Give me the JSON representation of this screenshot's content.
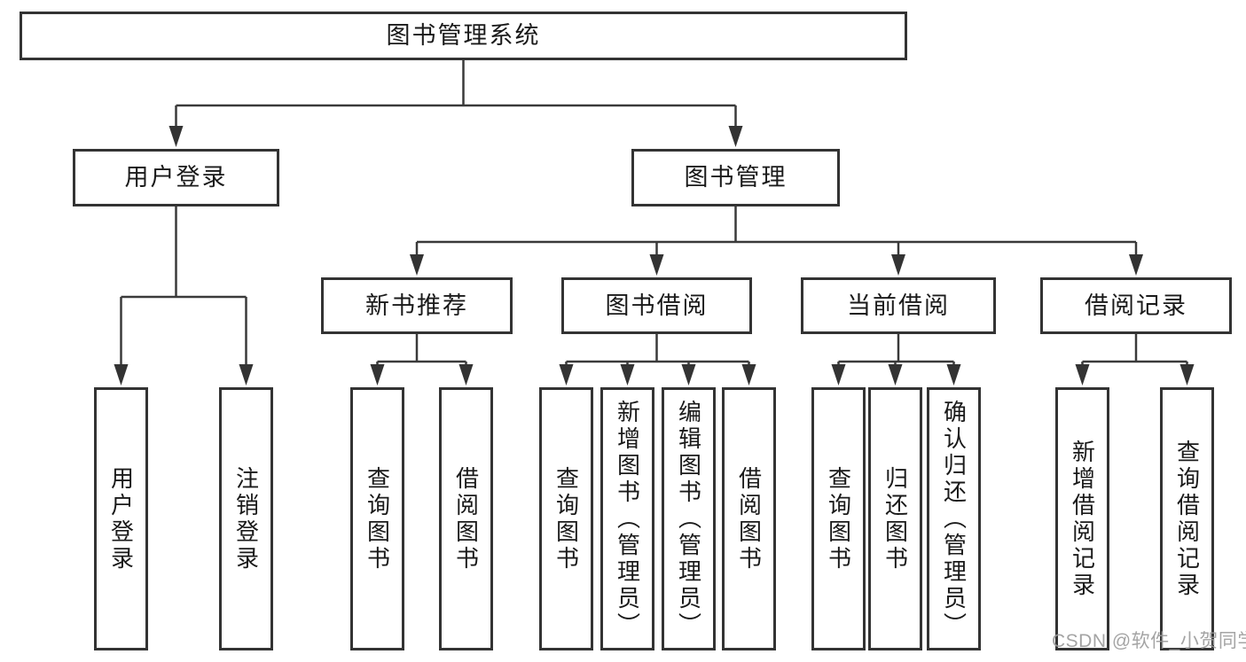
{
  "root": {
    "label": "图书管理系统"
  },
  "branches": {
    "user_login": {
      "label": "用户登录",
      "children": [
        "用户登录",
        "注销登录"
      ]
    },
    "book_management": {
      "label": "图书管理",
      "sections": {
        "new_books": {
          "label": "新书推荐",
          "children": [
            "查询图书",
            "借阅图书"
          ]
        },
        "borrowing": {
          "label": "图书借阅",
          "children": [
            "查询图书",
            "新增图书（管理员）",
            "编辑图书（管理员）",
            "借阅图书"
          ]
        },
        "current": {
          "label": "当前借阅",
          "children": [
            "查询图书",
            "归还图书",
            "确认归还（管理员）"
          ]
        },
        "records": {
          "label": "借阅记录",
          "children": [
            "新增借阅记录",
            "查询借阅记录"
          ]
        }
      }
    }
  },
  "watermark": {
    "text": "CSDN @软件_小贺同学"
  },
  "colors": {
    "line": "#3a3a3a",
    "border": "#333333",
    "text": "#1a1a1a",
    "watermark": "#9b9b9b",
    "background": "#ffffff"
  }
}
